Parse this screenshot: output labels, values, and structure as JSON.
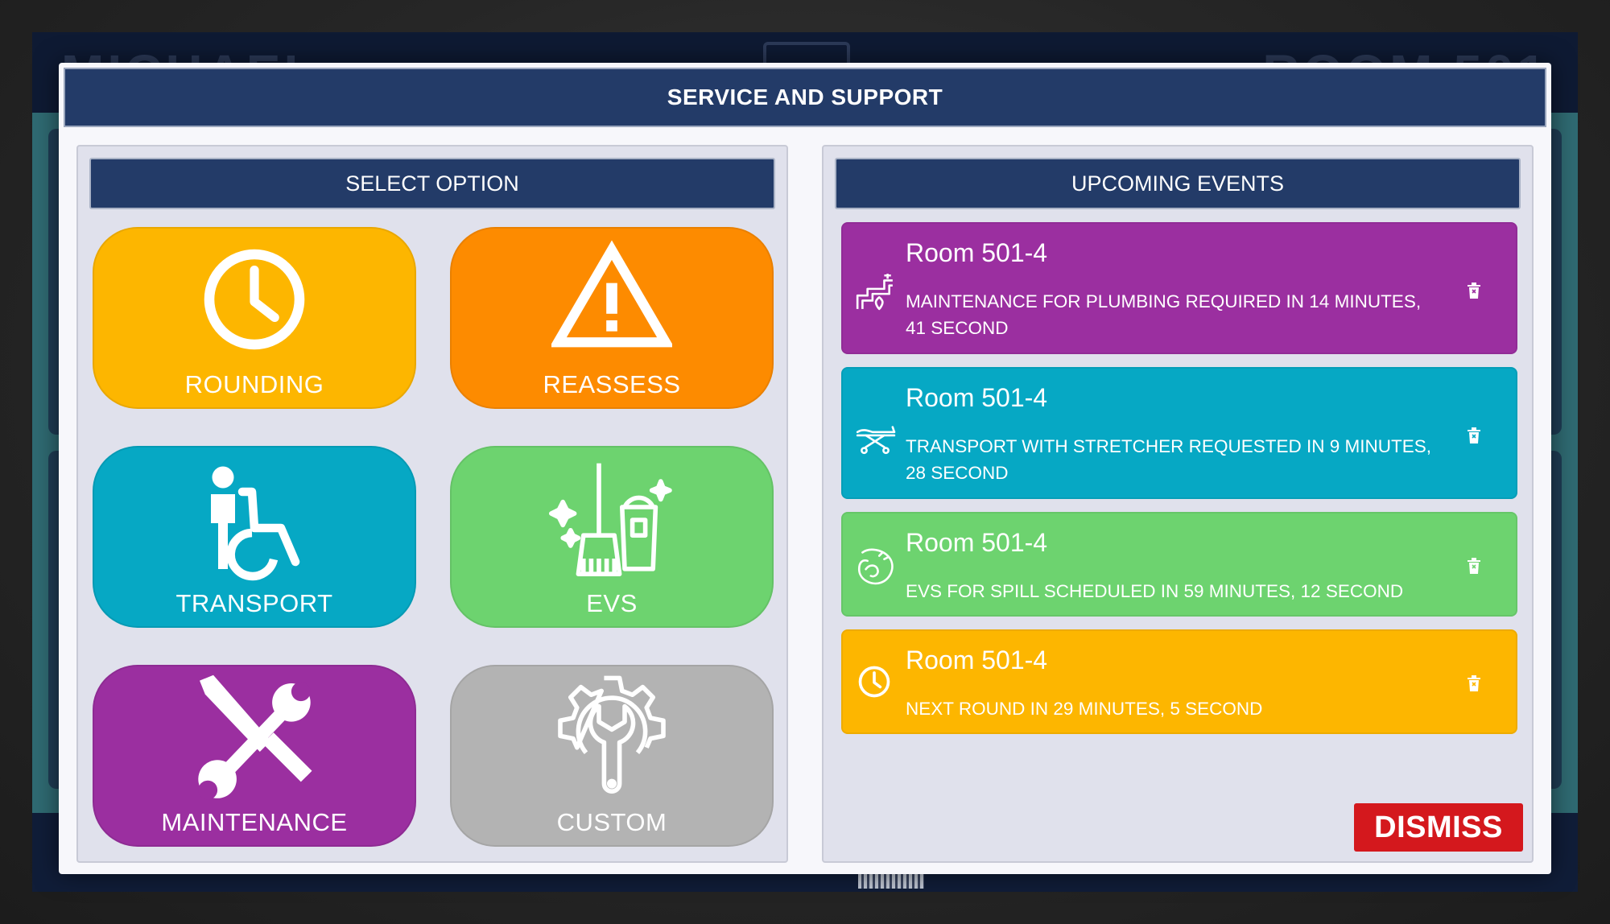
{
  "background": {
    "patient_name": "MICHAEL",
    "room": "ROOM 501"
  },
  "modal": {
    "title": "SERVICE AND SUPPORT",
    "dismiss_label": "DISMISS"
  },
  "select_option": {
    "header": "SELECT OPTION",
    "options": [
      {
        "label": "ROUNDING",
        "icon": "clock-icon",
        "color": "#fdb600"
      },
      {
        "label": "REASSESS",
        "icon": "warning-icon",
        "color": "#fd8b00"
      },
      {
        "label": "TRANSPORT",
        "icon": "wheelchair-icon",
        "color": "#06a8c4"
      },
      {
        "label": "EVS",
        "icon": "cleaning-icon",
        "color": "#6dd36f"
      },
      {
        "label": "MAINTENANCE",
        "icon": "tools-icon",
        "color": "#9b2fa0"
      },
      {
        "label": "CUSTOM",
        "icon": "gear-wrench-icon",
        "color": "#b3b3b3"
      }
    ]
  },
  "upcoming_events": {
    "header": "UPCOMING EVENTS",
    "events": [
      {
        "room": "Room 501-4",
        "message": "MAINTENANCE FOR PLUMBING REQUIRED IN 14 MINUTES, 41 SECOND",
        "icon": "plumbing-icon",
        "color": "#9b2fa0"
      },
      {
        "room": "Room 501-4",
        "message": "TRANSPORT WITH STRETCHER REQUESTED IN 9 MINUTES, 28 SECOND",
        "icon": "stretcher-icon",
        "color": "#06a8c4"
      },
      {
        "room": "Room 501-4",
        "message": "EVS FOR SPILL SCHEDULED IN 59 MINUTES, 12 SECOND",
        "icon": "spill-icon",
        "color": "#6dd36f"
      },
      {
        "room": "Room 501-4",
        "message": "NEXT ROUND IN 29 MINUTES, 5 SECOND",
        "icon": "clock-icon",
        "color": "#fdb600"
      }
    ]
  }
}
